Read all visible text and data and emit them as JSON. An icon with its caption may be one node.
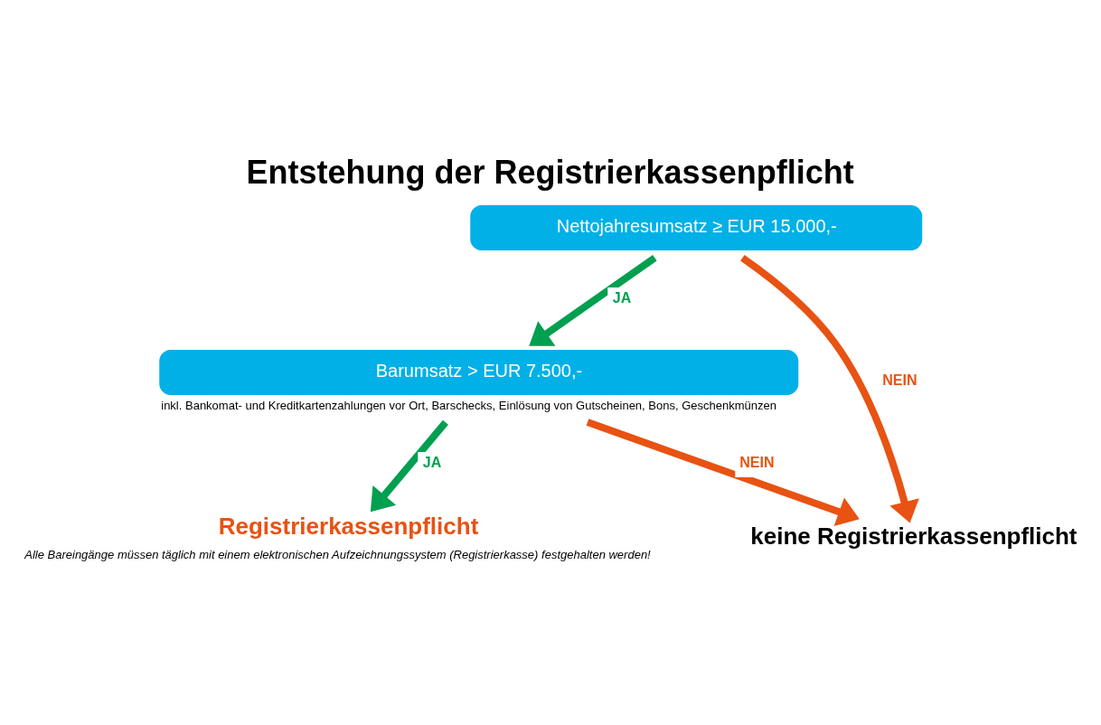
{
  "diagram": {
    "title": "Entstehung der Registrierkassenpflicht",
    "nodes": [
      {
        "text": [
          "Nettojahresumsatz ≥ EUR 15.000,-"
        ]
      },
      {
        "text": [
          "Barumsatz > EUR 7.500,-"
        ],
        "beside": [
          "inkl. Bankomat- und Kreditkartenzahlungen vor Ort, Barschecks, Einlösung von Gutscheinen, Bons, Geschenkmünzen"
        ]
      },
      {
        "text": [
          "Registrierkassenpflicht"
        ],
        "beside": [
          "Alle Bareingänge müssen täglich mit einem elektronischen Aufzeichnungssystem (Registrierkasse) festgehalten werden!"
        ]
      },
      {
        "text": [
          "keine Registrierkassenpflicht"
        ]
      }
    ],
    "edges": [
      {
        "from": 0,
        "to": 1,
        "arrow": "to",
        "label": "JA",
        "color": "#00a050"
      },
      {
        "from": 1,
        "to": 2,
        "arrow": "to",
        "label": "JA",
        "color": "#00a050"
      },
      {
        "from": 1,
        "to": 3,
        "arrow": "to",
        "label": "NEIN",
        "color": "#e85212"
      },
      {
        "from": 0,
        "to": 3,
        "arrow": "to",
        "label": "NEIN",
        "color": "#e85212"
      }
    ]
  }
}
